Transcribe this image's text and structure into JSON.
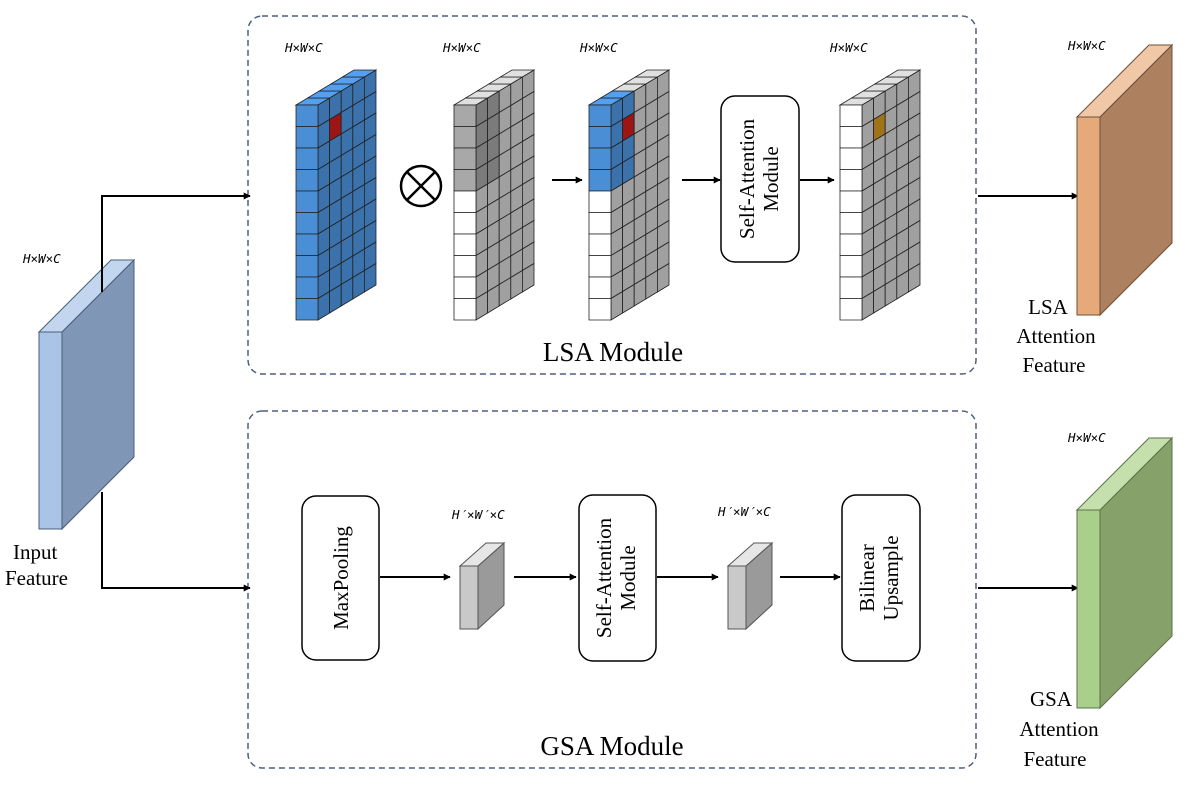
{
  "colors": {
    "input_front": "#a9c4e6",
    "input_side": "#7f96b6",
    "lsa_front": "#e6a97a",
    "lsa_side": "#ad8060",
    "gsa_front": "#a9cf8a",
    "gsa_side": "#86a26a",
    "cube_blue": "#4a8fd6",
    "cube_red": "#c41a1a",
    "cube_gray": "#c8c8c8",
    "cube_gold": "#c8901e",
    "dash": "#4e5f7e"
  },
  "icons": {
    "multiply": "circled-times-icon"
  },
  "input": {
    "dim": "H×W×C",
    "label_line1": "Input",
    "label_line2": "Feature"
  },
  "lsa": {
    "title": "LSA Module",
    "grid_dims": [
      "H×W×C",
      "H×W×C",
      "H×W×C",
      "H×W×C"
    ],
    "attn_line1": "Self-Attention",
    "attn_line2": "Module",
    "output_dim": "H×W×C",
    "output_line1": "LSA",
    "output_line2": "Attention",
    "output_line3": "Feature"
  },
  "gsa": {
    "title": "GSA Module",
    "pool_label": "MaxPooling",
    "dim1": "H′×W′×C",
    "attn_line1": "Self-Attention",
    "attn_line2": "Module",
    "dim2": "H′×W′×C",
    "up_line1": "Bilinear",
    "up_line2": "Upsample",
    "output_dim": "H×W×C",
    "output_line1": "GSA",
    "output_line2": "Attention",
    "output_line3": "Feature"
  }
}
